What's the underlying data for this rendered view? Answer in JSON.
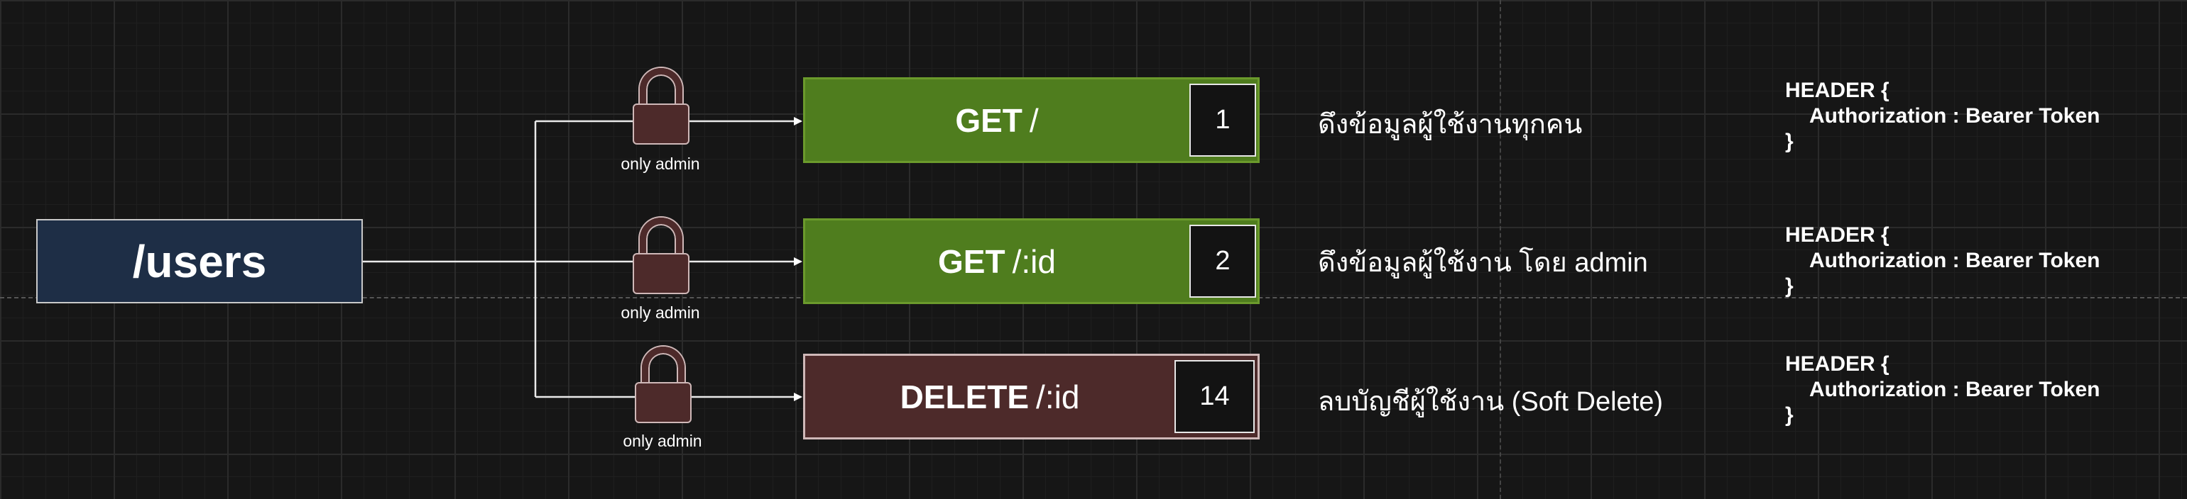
{
  "resource": {
    "path": "/users"
  },
  "lock_label": "only admin",
  "routes": [
    {
      "method": "GET",
      "path": "/",
      "number": "1",
      "description": "ดึงข้อมูลผู้ใช้งานทุกคน"
    },
    {
      "method": "GET",
      "path": "/:id",
      "number": "2",
      "description": "ดึงข้อมูลผู้ใช้งาน โดย admin"
    },
    {
      "method": "DELETE",
      "path": "/:id",
      "number": "14",
      "description": "ลบบัญชีผู้ใช้งาน (Soft Delete)"
    }
  ],
  "header": {
    "open": "HEADER {",
    "line": "Authorization : Bearer Token",
    "close": "}"
  },
  "colors": {
    "resource_box": "#1e2e46",
    "get_route": "#4f7d1e",
    "delete_route": "#4d2a2a",
    "lock": "#4d2a2a",
    "background": "#161616"
  },
  "icons": {
    "lock": "lock-icon",
    "arrow": "arrow-icon"
  }
}
